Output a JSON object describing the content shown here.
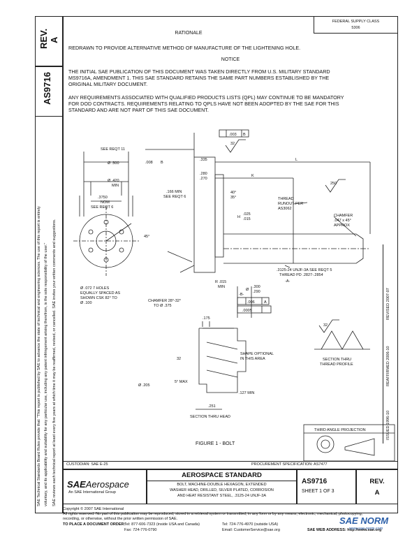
{
  "left_strip": {
    "rev_label": "REV.",
    "rev_value": "A",
    "doc_number": "AS9716",
    "legal_1": "SAE Technical Standards Board Rules provide that: \"This report is published by SAE to advance the state of technical and engineering sciences. The use of this report is entirely",
    "legal_2": "voluntary, and its applicability and suitability for any particular use, including any patent infringement arising therefrom, is the sole responsibility of the user.\"",
    "legal_3": "SAE reviews each technical report at least every five years at which time it may be reaffirmed, revised, or cancelled. SAE invites your written comments and suggestions."
  },
  "header": {
    "top_right_line1": "FEDERAL SUPPLY CLASS",
    "top_right_line2": "5306",
    "rationale_title": "RATIONALE",
    "rationale_text": "REDRAWN TO PROVIDE ALTERNATIVE METHOD OF MANUFACTURE OF THE LIGHTENING HOLE.",
    "notice_title": "NOTICE",
    "notice_lines": [
      "THE INITIAL SAE PUBLICATION OF THIS DOCUMENT WAS TAKEN DIRECTLY FROM U.S. MILITARY STANDARD",
      "MS9716A, AMENDMENT 1. THIS SAE STANDARD RETAINS THE SAME PART NUMBERS ESTABLISHED BY THE",
      "ORIGINAL MILITARY DOCUMENT."
    ],
    "qpl_lines": [
      "ANY REQUIREMENTS ASSOCIATED WITH QUALIFIED PRODUCTS LISTS (QPL) MAY CONTINUE TO BE MANDATORY",
      "FOR DOD CONTRACTS. REQUIREMENTS RELATING TO QPLS HAVE NOT BEEN ADOPTED BY THE SAE FOR THIS",
      "STANDARD AND ARE NOT PART OF THIS SAE DOCUMENT."
    ]
  },
  "drawing": {
    "see_req": "SEE REQT 11",
    "dia_500": "Ø .500",
    "tol_008": ".008",
    "datum_b": "B",
    "dia_420": "Ø .420",
    "min": "MIN",
    "nom_3750": ".3750",
    "nom": "NOM",
    "see_req6": "SEE REQT 6",
    "angle_45": "45°",
    "holes_1": "Ø .072 7 HOLES",
    "holes_2": "EQUALLY SPACED AS",
    "holes_3": "SHOWN CSK 82° TO",
    "holes_4": "Ø .100",
    "fcf_003": ".003",
    "finish_32": "32",
    "dim_335": ".335",
    "dim_L": "L",
    "dim_K": "K",
    "dim_280": ".280",
    "dim_270": ".270",
    "min_166": ".166 MIN",
    "see_req6b": "SEE REQT 6",
    "ang_40": "40°",
    "ang_35": "35°",
    "dim_H": "H",
    "dim_025": ".025",
    "dim_015": ".015",
    "thread_1": "THREAD",
    "thread_2": "RUNOUT PER",
    "thread_3": "AS3062",
    "chamfer_1": "CHAMFER",
    "chamfer_2": ".047 x 45°",
    "chamfer_3": "APPROX",
    "finish_250": "250",
    "thread_spec": ".3125-24 UNJF-3A SEE REQT 5",
    "thread_pd": "THREAD PD .2827-.2854",
    "datum_a": "-A-",
    "rad_015": "R .015",
    "rad_min": "MIN",
    "chamfer_left_1": "CHAMFER 28°-32°",
    "chamfer_left_2": "TO Ø .375",
    "dia_300": ".300",
    "dia_290": ".290",
    "dia_sym": "Ø",
    "datum_b2": "-B-",
    "fcf_006": ".006",
    "fcf_a": "A",
    "fcf_0005": ".0005",
    "dim_175": ".175",
    "shape_1": "SHAPE OPTIONAL",
    "shape_2": "IN THIS AREA",
    "dia_205": "Ø .205",
    "max_5": "5° MAX",
    "dim_127": ".127 MIN",
    "dim_251": ".251",
    "section_title": "SECTION THRU HEAD",
    "section_thread_1": "SECTION THRU",
    "section_thread_2": "THREAD PROFILE",
    "finish_32b": "32",
    "finish_32c": "32",
    "projection": "THIRD ANGLE PROJECTION",
    "figure_title": "FIGURE 1 - BOLT"
  },
  "right_vertical": {
    "issued": "ISSUED 1996-10",
    "reaffirmed": "REAFFIRMED 2006-10",
    "revised": "REVISED 2007-07"
  },
  "title_block": {
    "custodian": "CUSTODIAN: SAE E-25",
    "procurement": "PROCUREMENT SPECIFICATION: AS7477",
    "logo_sae": "SAE",
    "logo_aero": "Aerospace",
    "logo_tag": "An SAE International Group",
    "std_title": "AEROSPACE STANDARD",
    "desc_1": "BOLT, MACHINE-DOUBLE HEXAGON, EXTENDED",
    "desc_2": "WASHER HEAD, DRILLED, SILVER PLATED, CORROSION",
    "desc_3": "AND HEAT RESISTANT STEEL, .3125-24 UNJF-3A",
    "number": "AS9716",
    "sheet": "SHEET 1 OF 3",
    "rev_label": "REV.",
    "rev_value": "A"
  },
  "footer": {
    "copyright": "Copyright © 2007 SAE International",
    "rights": "All rights reserved. No part of this publication may be reproduced, stored in a retrieval system or transmitted, in any form or by any means, electronic, mechanical, photocopying,",
    "rights_2": "recording, or otherwise, without the prior written permission of SAE.",
    "order_label": "TO PLACE A DOCUMENT ORDER:",
    "tel_1": "Tel: 877-606-7323 (inside USA and Canada)",
    "tel_2": "Tel: 724-776-4970 (outside USA)",
    "fax": "Fax: 724-776-0790",
    "email": "Email: CustomerService@sae.org",
    "web": "SAE WEB ADDRESS: http://www.sae.org",
    "watermark": "SAE NORM",
    "watermark_url": "www.sae-norm.com"
  }
}
